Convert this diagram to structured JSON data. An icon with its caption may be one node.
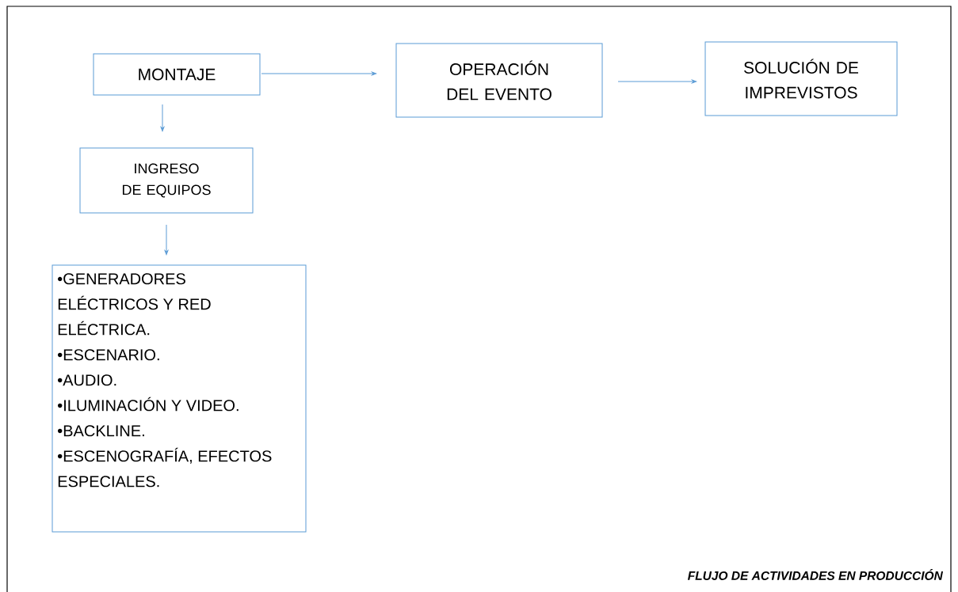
{
  "diagram": {
    "caption": "FLUJO DE ACTIVIDADES EN PRODUCCIÓN",
    "nodes": [
      {
        "text": [
          "MONTAJE"
        ]
      },
      {
        "text": [
          "OPERACIÓN DEL EVENTO"
        ]
      },
      {
        "text": [
          "SOLUCIÓN DE IMPREVISTOS"
        ]
      },
      {
        "text": [
          "INGRESO DE EQUIPOS"
        ]
      },
      {
        "text": [
          "•GENERADORES ELÉCTRICOS Y RED ELÉCTRICA.",
          "•ESCENARIO.",
          "•AUDIO.",
          "•ILUMINACIÓN Y VIDEO.",
          "•BACKLINE.",
          "•ESCENOGRAFÍA, EFECTOS ESPECIALES."
        ]
      }
    ],
    "edges": [
      {
        "from": 0,
        "to": 1,
        "arrow": "to"
      },
      {
        "from": 1,
        "to": 2,
        "arrow": "to"
      },
      {
        "from": 0,
        "to": 3,
        "arrow": "to"
      },
      {
        "from": 3,
        "to": 4,
        "arrow": "to"
      }
    ]
  }
}
